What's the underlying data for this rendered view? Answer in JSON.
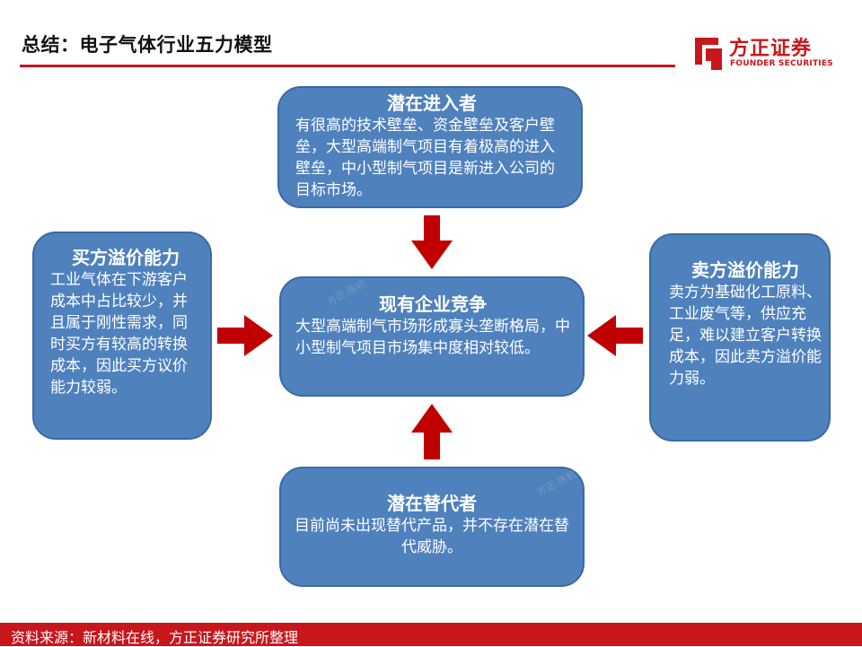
{
  "header": {
    "title": "总结：电子气体行业五力模型"
  },
  "logo": {
    "name": "方正证券",
    "subtitle": "FOUNDER SECURITIES"
  },
  "boxes": {
    "top": {
      "title": "潜在进入者",
      "body": "有很高的技术壁垒、资金壁垒及客户壁垒，大型高端制气项目有着极高的进入壁垒，中小型制气项目是新进入公司的目标市场。"
    },
    "left": {
      "title": "买方溢价能力",
      "body": "工业气体在下游客户成本中占比较少，并且属于刚性需求，同时买方有较高的转换成本，因此买方议价能力较弱。"
    },
    "center": {
      "title": "现有企业竞争",
      "body": "大型高端制气市场形成寡头垄断格局，中小型制气项目市场集中度相对较低。"
    },
    "right": {
      "title": "卖方溢价能力",
      "body": "卖方为基础化工原料、工业废气等，供应充足，难以建立客户转换成本，因此卖方溢价能力弱。"
    },
    "bottom": {
      "title": "潜在替代者",
      "body": "目前尚未出现替代产品，并不存在潜在替代威胁。"
    }
  },
  "watermarks": [
    "方正·陈杭",
    "方正·陈杭"
  ],
  "colors": {
    "brand_red": "#c8161d",
    "box_blue": "#4f81bd",
    "arrow_red": "#c00000"
  },
  "footer": {
    "source": "资料来源：新材料在线，方正证券研究所整理"
  }
}
